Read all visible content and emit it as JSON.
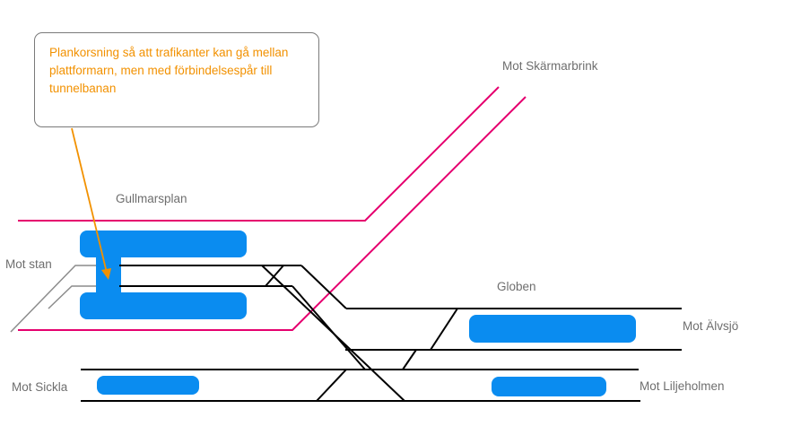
{
  "callout": {
    "text": "Plankorsning så att trafikanter kan gå mellan plattformarn, men med förbindelsespår till tunnelbanan"
  },
  "labels": {
    "gullmarsplan": "Gullmarsplan",
    "mot_skarmarbrink": "Mot Skärmarbrink",
    "mot_stan": "Mot stan",
    "globen": "Globen",
    "mot_alvsjo": "Mot Älvsjö",
    "mot_sickla": "Mot Sickla",
    "mot_liljeholmen": "Mot Liljeholmen"
  },
  "colors": {
    "track": "#000000",
    "metro_track": "#e5006e",
    "platform": "#0a8cf0",
    "callout_text": "#f29100",
    "connector_track": "#8c8c8c",
    "label_text": "#6e6e6e"
  }
}
